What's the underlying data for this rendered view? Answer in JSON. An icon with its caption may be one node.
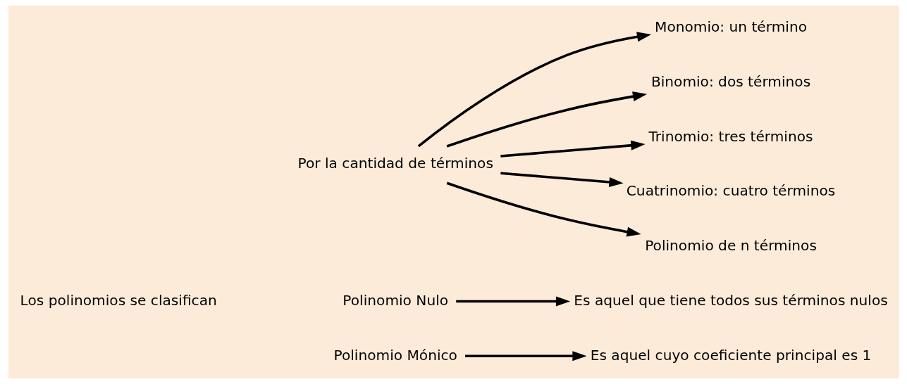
{
  "diagram": {
    "nodes": [
      {
        "text": [
          "Los polinomios se clasifican"
        ]
      },
      {
        "text": [
          "Por la cantidad de términos"
        ]
      },
      {
        "text": [
          "Monomio: un término"
        ]
      },
      {
        "text": [
          "Binomio: dos términos"
        ]
      },
      {
        "text": [
          "Trinomio: tres términos"
        ]
      },
      {
        "text": [
          "Cuatrinomio: cuatro términos"
        ]
      },
      {
        "text": [
          "Polinomio de n términos"
        ]
      },
      {
        "text": [
          "Polinomio Nulo"
        ]
      },
      {
        "text": [
          "Es aquel que tiene todos sus términos nulos"
        ]
      },
      {
        "text": [
          "Polinomio Mónico"
        ]
      },
      {
        "text": [
          "Es aquel cuyo coeficiente principal es 1"
        ]
      }
    ],
    "edges": [
      {
        "from": 1,
        "to": 2,
        "arrow": "to"
      },
      {
        "from": 1,
        "to": 3,
        "arrow": "to"
      },
      {
        "from": 1,
        "to": 4,
        "arrow": "to"
      },
      {
        "from": 1,
        "to": 5,
        "arrow": "to"
      },
      {
        "from": 1,
        "to": 6,
        "arrow": "to"
      },
      {
        "from": 7,
        "to": 8,
        "arrow": "to"
      },
      {
        "from": 9,
        "to": 10,
        "arrow": "to"
      }
    ]
  }
}
